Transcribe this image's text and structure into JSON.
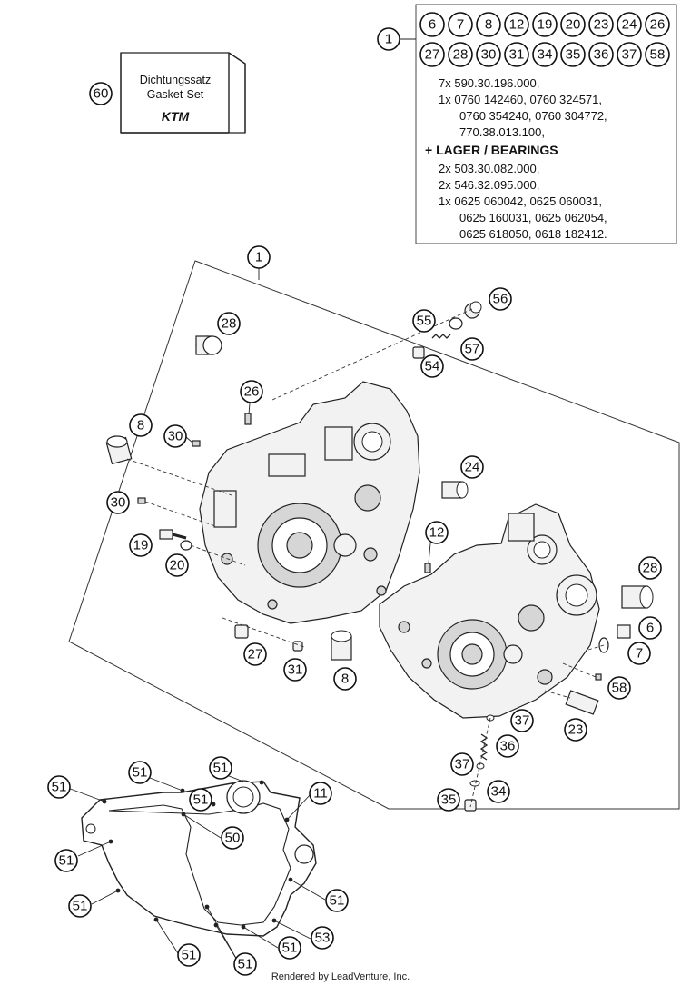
{
  "kit": {
    "line1": "Dichtungssatz",
    "line2": "Gasket-Set",
    "brand": "KTM",
    "ref": "60"
  },
  "info_box": {
    "ref": "1",
    "included_refs": [
      "6",
      "7",
      "8",
      "12",
      "19",
      "20",
      "23",
      "24",
      "26",
      "27",
      "28",
      "30",
      "31",
      "34",
      "35",
      "36",
      "37",
      "58"
    ],
    "lines": [
      "7x 590.30.196.000,",
      "1x 0760 142460, 0760 324571,",
      "0760 354240, 0760 304772,",
      "770.38.013.100,"
    ],
    "bearings_header": "+ LAGER / BEARINGS",
    "bearing_lines": [
      "2x 503.30.082.000,",
      "2x 546.32.095.000,",
      "1x 0625 060042, 0625 060031,",
      "0625 160031, 0625 062054,",
      "0625 618050, 0618 182412."
    ]
  },
  "callouts": {
    "c1": "1",
    "c28a": "28",
    "c56": "56",
    "c55": "55",
    "c57": "57",
    "c54": "54",
    "c26": "26",
    "c8a": "8",
    "c30a": "30",
    "c24": "24",
    "c30b": "30",
    "c12": "12",
    "c19": "19",
    "c20": "20",
    "c28b": "28",
    "c6": "6",
    "c7": "7",
    "c27": "27",
    "c31": "31",
    "c8b": "8",
    "c58": "58",
    "c37a": "37",
    "c23": "23",
    "c36": "36",
    "c37b": "37",
    "c34": "34",
    "c35": "35",
    "g51a": "51",
    "g51b": "51",
    "g51c": "51",
    "g51d": "51",
    "g51e": "51",
    "g51f": "51",
    "g51g": "51",
    "g51h": "51",
    "g51i": "51",
    "g51j": "51",
    "g11": "11",
    "g50": "50",
    "g53": "53"
  },
  "footer": "Rendered by LeadVenture, Inc."
}
